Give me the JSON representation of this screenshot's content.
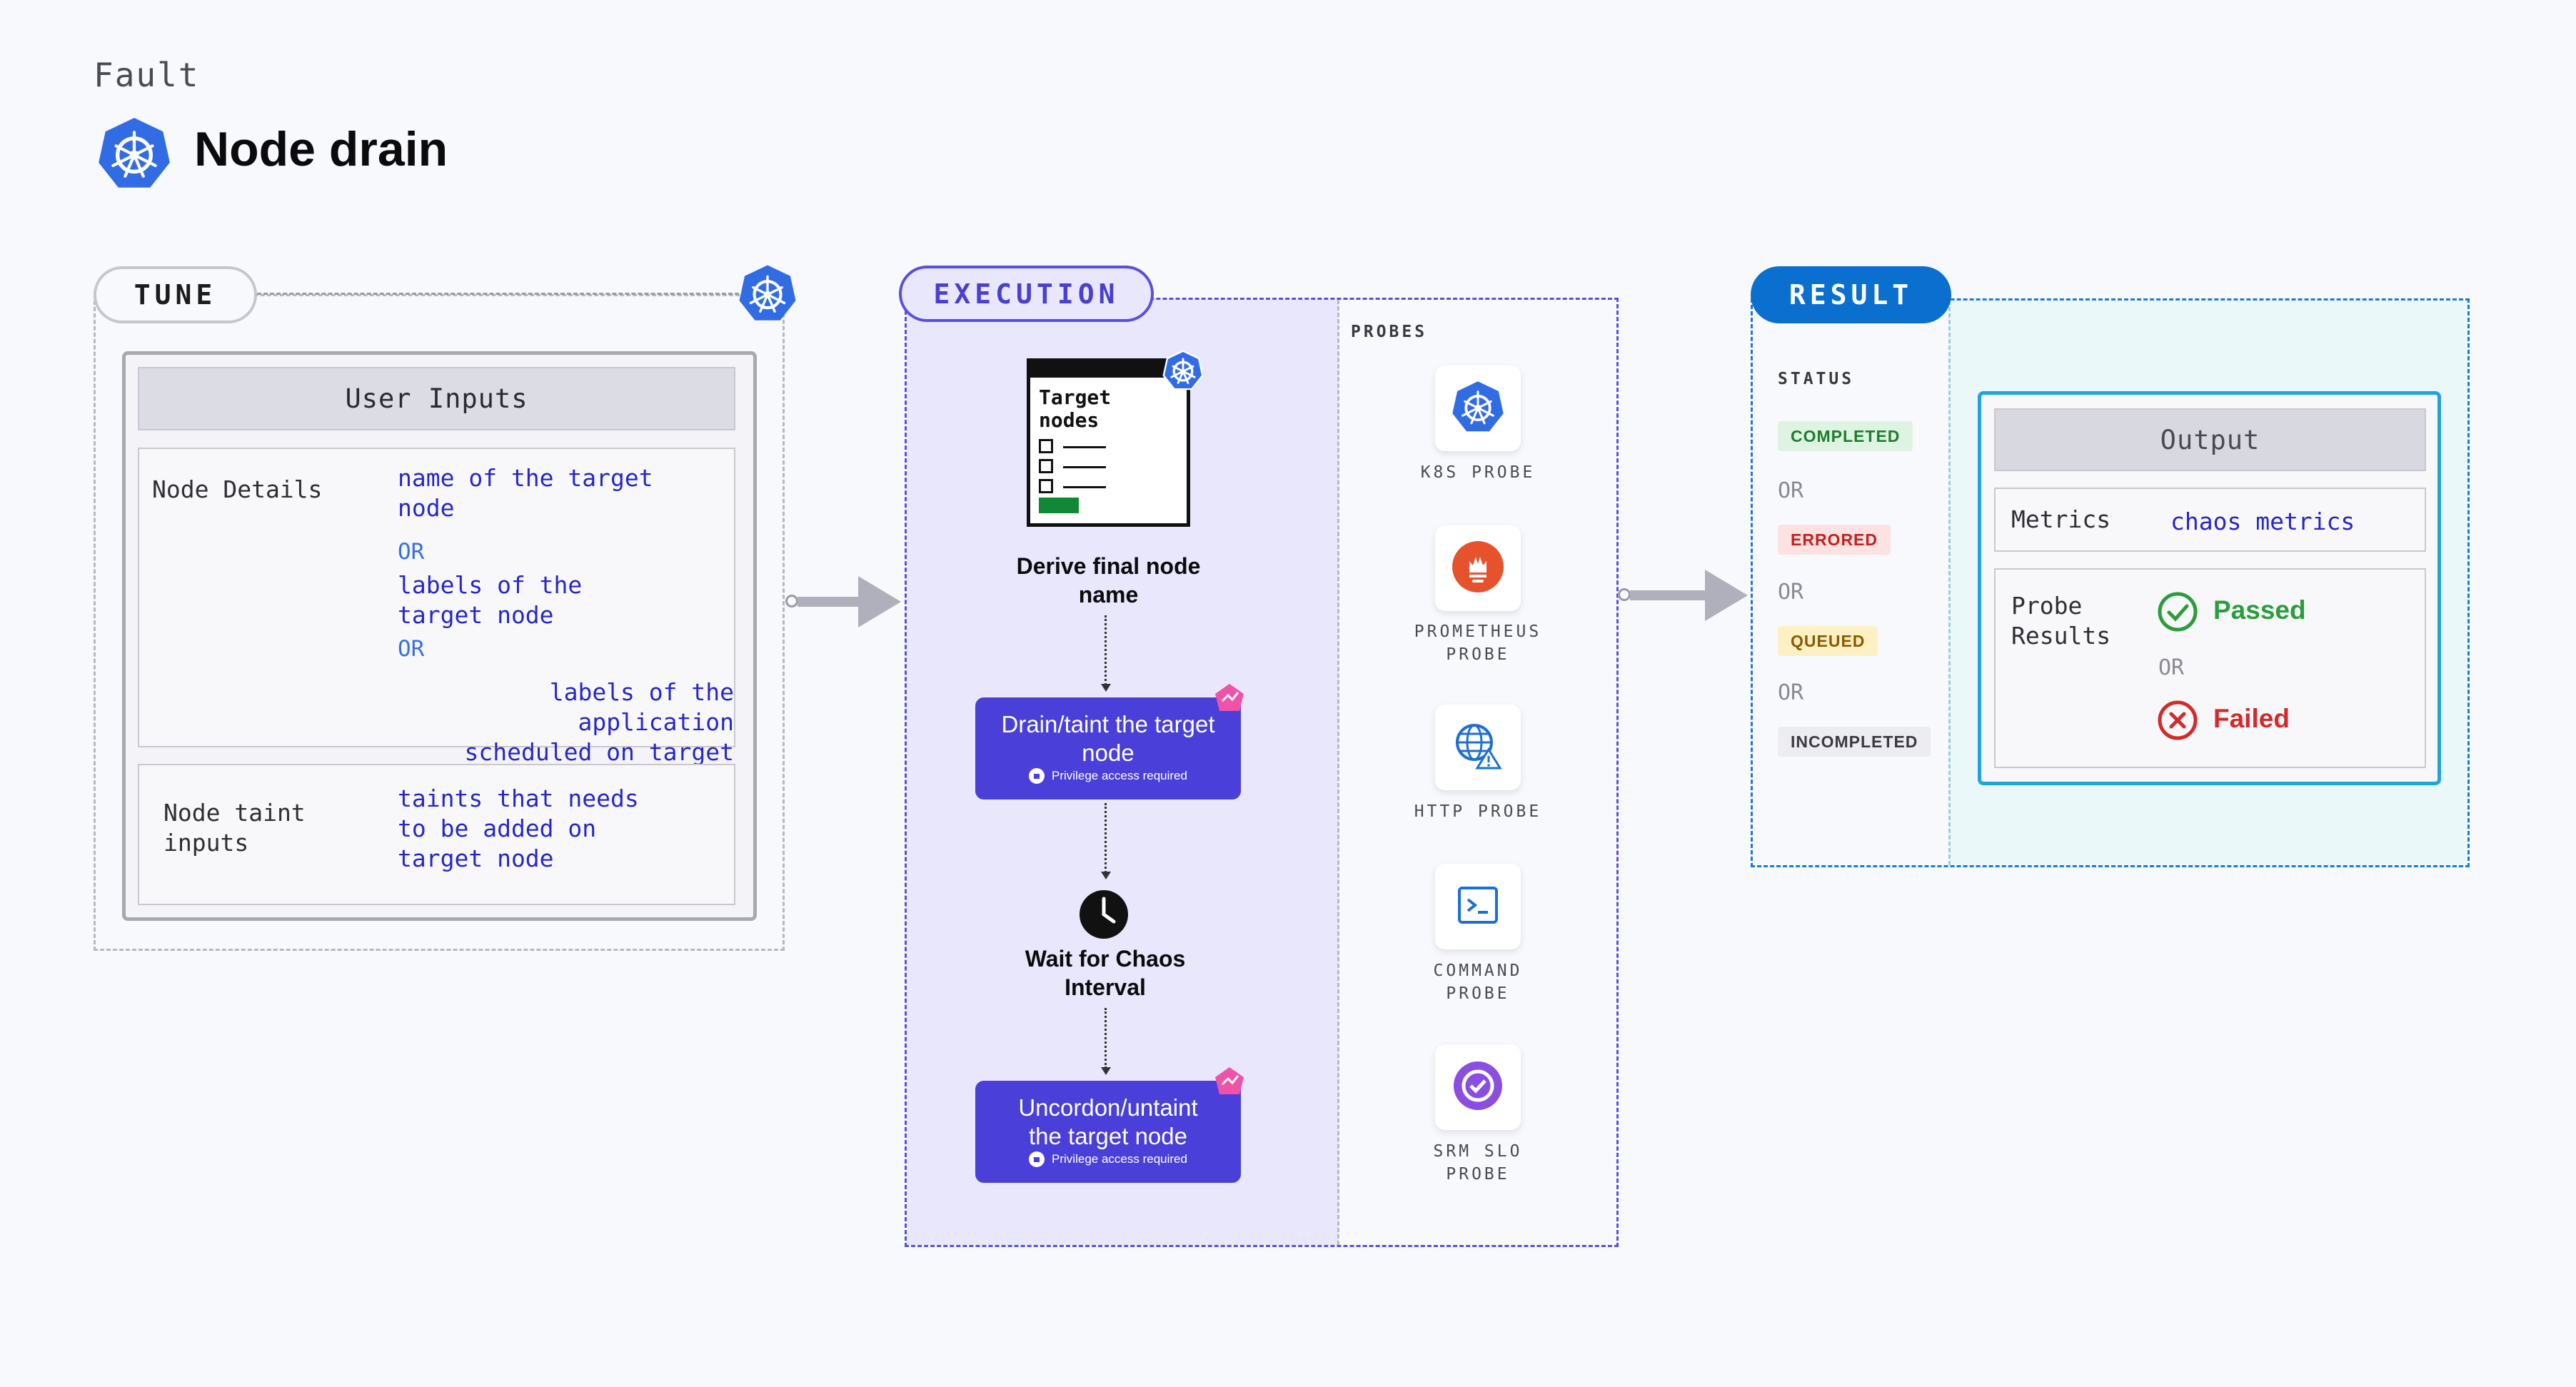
{
  "header": {
    "fault_label": "Fault",
    "title": "Node drain",
    "title_icon": "kubernetes-icon"
  },
  "tune": {
    "label": "TUNE",
    "user_inputs_title": "User Inputs",
    "node_details": {
      "label": "Node Details",
      "value_1": [
        "name of the target",
        "node"
      ],
      "or_1": "OR",
      "value_2": [
        "labels of the",
        "target node"
      ],
      "or_2": "OR",
      "value_3": [
        "labels of the application",
        "scheduled on target node"
      ]
    },
    "node_taint": {
      "label": [
        "Node taint",
        "inputs"
      ],
      "value": [
        "taints that needs",
        "to be added on",
        "target node"
      ]
    }
  },
  "execution": {
    "label": "EXECUTION",
    "target_card_title": [
      "Target",
      "nodes"
    ],
    "step_derive": [
      "Derive final node",
      "name"
    ],
    "step_drain": [
      "Drain/taint the target",
      "node"
    ],
    "privilege_note": "Privilege access required",
    "step_wait": [
      "Wait for Chaos",
      "Interval"
    ],
    "step_uncordon": [
      "Uncordon/untaint",
      "the target node"
    ]
  },
  "probes": {
    "heading": "PROBES",
    "items": [
      {
        "label": [
          "K8S PROBE"
        ],
        "icon": "kubernetes-icon",
        "color": "#326ce5"
      },
      {
        "label": [
          "PROMETHEUS",
          "PROBE"
        ],
        "icon": "prometheus-icon",
        "color": "#e6522c"
      },
      {
        "label": [
          "HTTP PROBE"
        ],
        "icon": "globe-warning-icon",
        "color": "#1d6fd6"
      },
      {
        "label": [
          "COMMAND",
          "PROBE"
        ],
        "icon": "terminal-icon",
        "color": "#1d6fd6"
      },
      {
        "label": [
          "SRM SLO",
          "PROBE"
        ],
        "icon": "slo-icon",
        "color": "#8a4fe0"
      }
    ]
  },
  "result": {
    "label": "RESULT",
    "status_heading": "STATUS",
    "statuses": [
      {
        "text": "COMPLETED",
        "bg": "#dff3e2",
        "fg": "#1e7d2e"
      },
      {
        "text": "ERRORED",
        "bg": "#fde2e2",
        "fg": "#c31f1f"
      },
      {
        "text": "QUEUED",
        "bg": "#fdf1c4",
        "fg": "#8a5a00"
      },
      {
        "text": "INCOMPLETED",
        "bg": "#ececf1",
        "fg": "#3a3a44"
      }
    ],
    "or_text": "OR",
    "output_title": "Output",
    "metrics_label": "Metrics",
    "metrics_value": "chaos metrics",
    "probe_results_label": [
      "Probe",
      "Results"
    ],
    "passed": "Passed",
    "failed": "Failed",
    "passed_color": "#2a9d3c",
    "failed_color": "#d42a2a"
  }
}
